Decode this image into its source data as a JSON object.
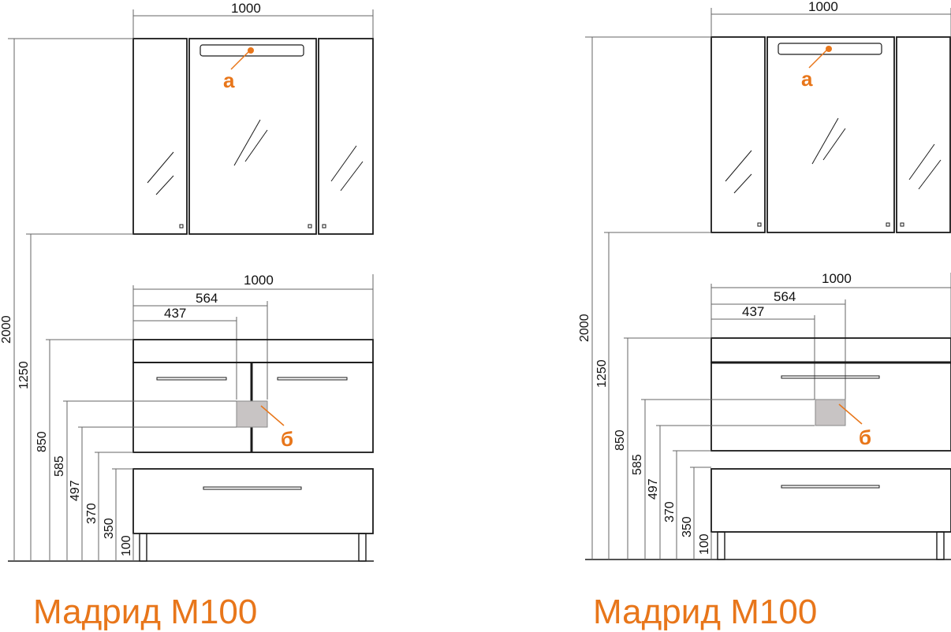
{
  "colors": {
    "accent": "#e8761a",
    "line": "#1a1a1a",
    "dim_line": "#666666",
    "insert_fill": "#c8c4c4"
  },
  "drawings": [
    {
      "id": "left",
      "top_width_label": "1000",
      "mid_width_label": "1000",
      "w564_label": "564",
      "w437_label": "437",
      "heights": [
        "2000",
        "1250",
        "850",
        "585",
        "497",
        "370",
        "350",
        "100"
      ],
      "marker_a": "а",
      "marker_b": "б",
      "caption": "Мадрид  М100",
      "vanity_style": "two-doors"
    },
    {
      "id": "right",
      "top_width_label": "1000",
      "mid_width_label": "1000",
      "w564_label": "564",
      "w437_label": "437",
      "heights": [
        "2000",
        "1250",
        "850",
        "585",
        "497",
        "370",
        "350",
        "100"
      ],
      "marker_a": "а",
      "marker_b": "б",
      "caption": "Мадрид  М100",
      "vanity_style": "drawer"
    }
  ]
}
